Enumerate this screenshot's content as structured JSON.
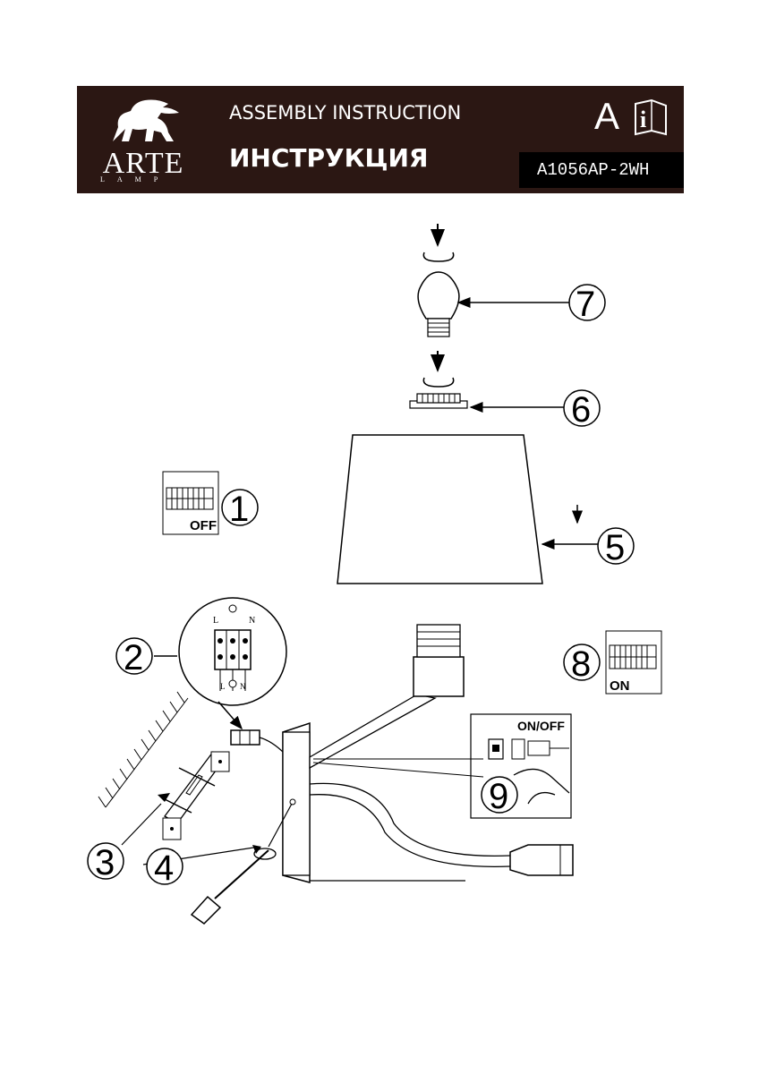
{
  "header": {
    "title_en": "ASSEMBLY INSTRUCTION",
    "title_ru": "ИНСТРУКЦИЯ",
    "model": "A1056AP-2WH",
    "brand": "ARTE",
    "brand_sub": "LAMP",
    "lang_letter": "A",
    "info_letter": "i"
  },
  "steps": {
    "s1": "1",
    "s2": "2",
    "s3": "3",
    "s4": "4",
    "s5": "5",
    "s6": "6",
    "s7": "7",
    "s8": "8",
    "s9": "9"
  },
  "labels": {
    "off": "OFF",
    "on": "ON",
    "on_off": "ON/OFF",
    "live": "L",
    "neutral": "N"
  },
  "colors": {
    "header_bg": "#2b1713"
  }
}
